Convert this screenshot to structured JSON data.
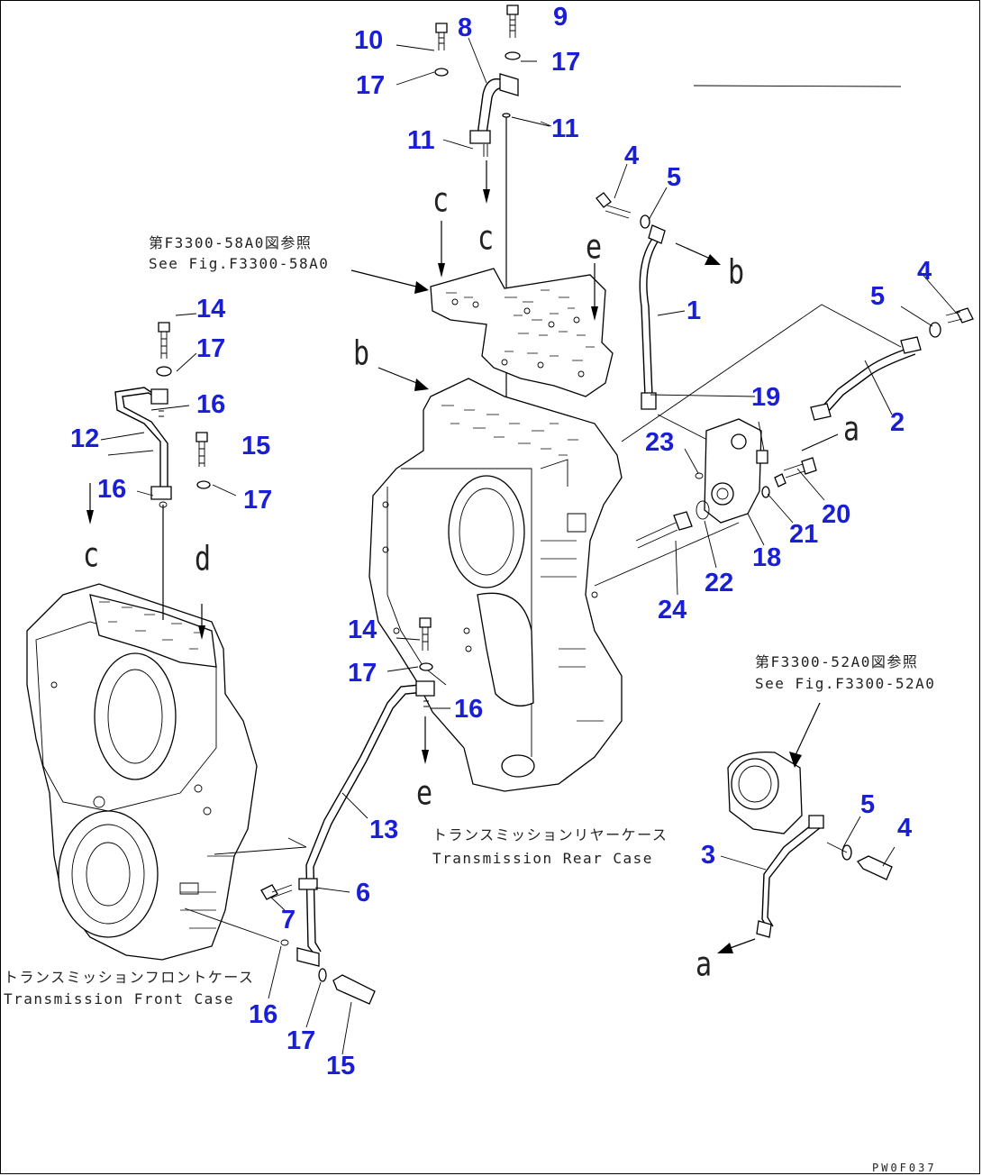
{
  "callouts": {
    "c1": "1",
    "c2": "2",
    "c3": "3",
    "c4a": "4",
    "c4b": "4",
    "c4c": "4",
    "c5a": "5",
    "c5b": "5",
    "c5c": "5",
    "c6": "6",
    "c7": "7",
    "c8": "8",
    "c9": "9",
    "c10": "10",
    "c11a": "11",
    "c11b": "11",
    "c12": "12",
    "c13": "13",
    "c14a": "14",
    "c14b": "14",
    "c15a": "15",
    "c15b": "15",
    "c16a": "16",
    "c16b": "16",
    "c16c": "16",
    "c16d": "16",
    "c17a": "17",
    "c17b": "17",
    "c17c": "17",
    "c17d": "17",
    "c17e": "17",
    "c17f": "17",
    "c18": "18",
    "c19": "19",
    "c20": "20",
    "c21": "21",
    "c22": "22",
    "c23": "23",
    "c24": "24"
  },
  "letters": {
    "a1": "a",
    "a2": "a",
    "b1": "b",
    "b2": "b",
    "c1": "c",
    "c2": "c",
    "c3": "c",
    "d1": "d",
    "e1": "e",
    "e2": "e"
  },
  "references": {
    "ref1_jp": "第F3300-58A0図参照",
    "ref1_en": "See Fig.F3300-58A0",
    "ref2_jp": "第F3300-52A0図参照",
    "ref2_en": "See Fig.F3300-52A0"
  },
  "captions": {
    "rear_jp": "トランスミッションリヤーケース",
    "rear_en": "Transmission Rear Case",
    "front_jp": "トランスミッションフロントケース",
    "front_en": "Transmission Front Case"
  },
  "drawing_code": "PW0F037",
  "colors": {
    "callout": "#1a1fd6",
    "linework": "#000000",
    "background": "#ffffff"
  }
}
